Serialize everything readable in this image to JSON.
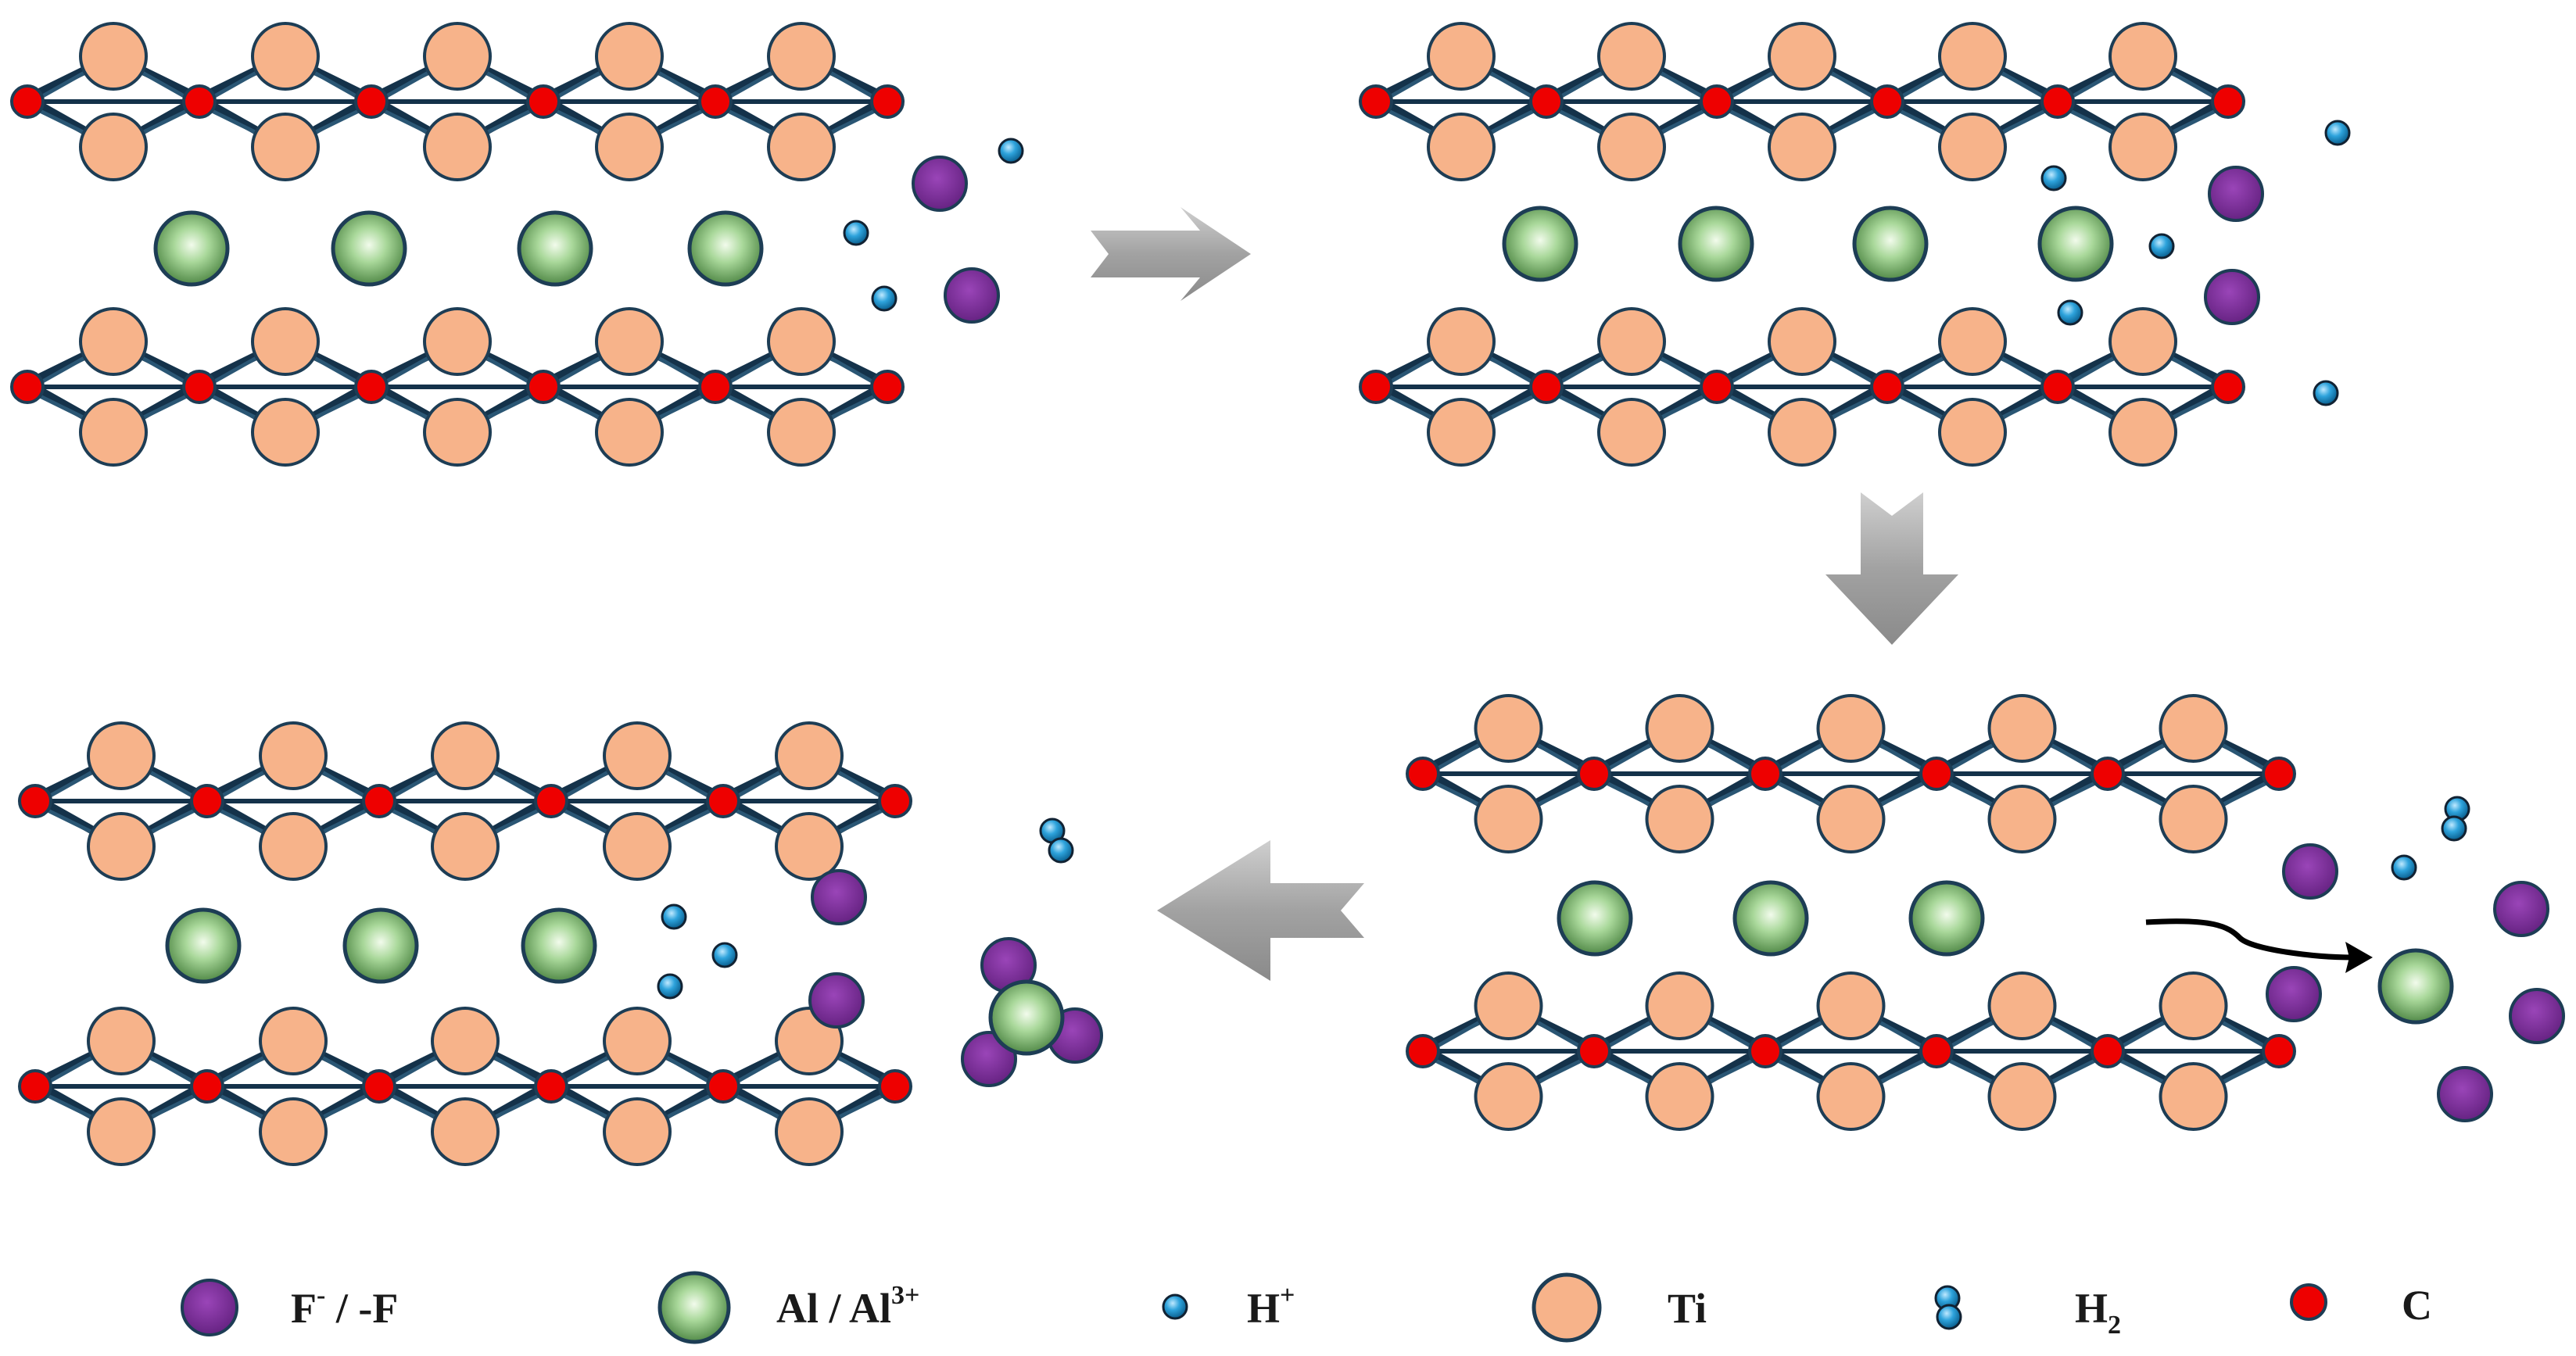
{
  "colors": {
    "background": "#ffffff",
    "ti": "#f7b38a",
    "carbon": "#ee0000",
    "bond": "#14324a",
    "outline": "#1d3d55",
    "fluorine": "#7b2c99",
    "aluminum_center": "#e8f6dd",
    "aluminum_edge": "#3f7d35",
    "proton": "#1c9ad6",
    "arrow": "#a3a3a3"
  },
  "legend": [
    {
      "symbol": "fluorine-icon",
      "text": "F",
      "sup": "-",
      "suffix": " / -F"
    },
    {
      "symbol": "aluminum-icon",
      "text": "Al / Al",
      "sup": "3+",
      "suffix": ""
    },
    {
      "symbol": "proton-icon",
      "text": "H",
      "sup": "+",
      "suffix": ""
    },
    {
      "symbol": "titanium-icon",
      "text": "Ti",
      "sup": "",
      "suffix": ""
    },
    {
      "symbol": "hydrogen-molecule-icon",
      "text": "H",
      "sub": "2",
      "suffix": ""
    },
    {
      "symbol": "carbon-icon",
      "text": "C",
      "sup": "",
      "suffix": ""
    }
  ]
}
